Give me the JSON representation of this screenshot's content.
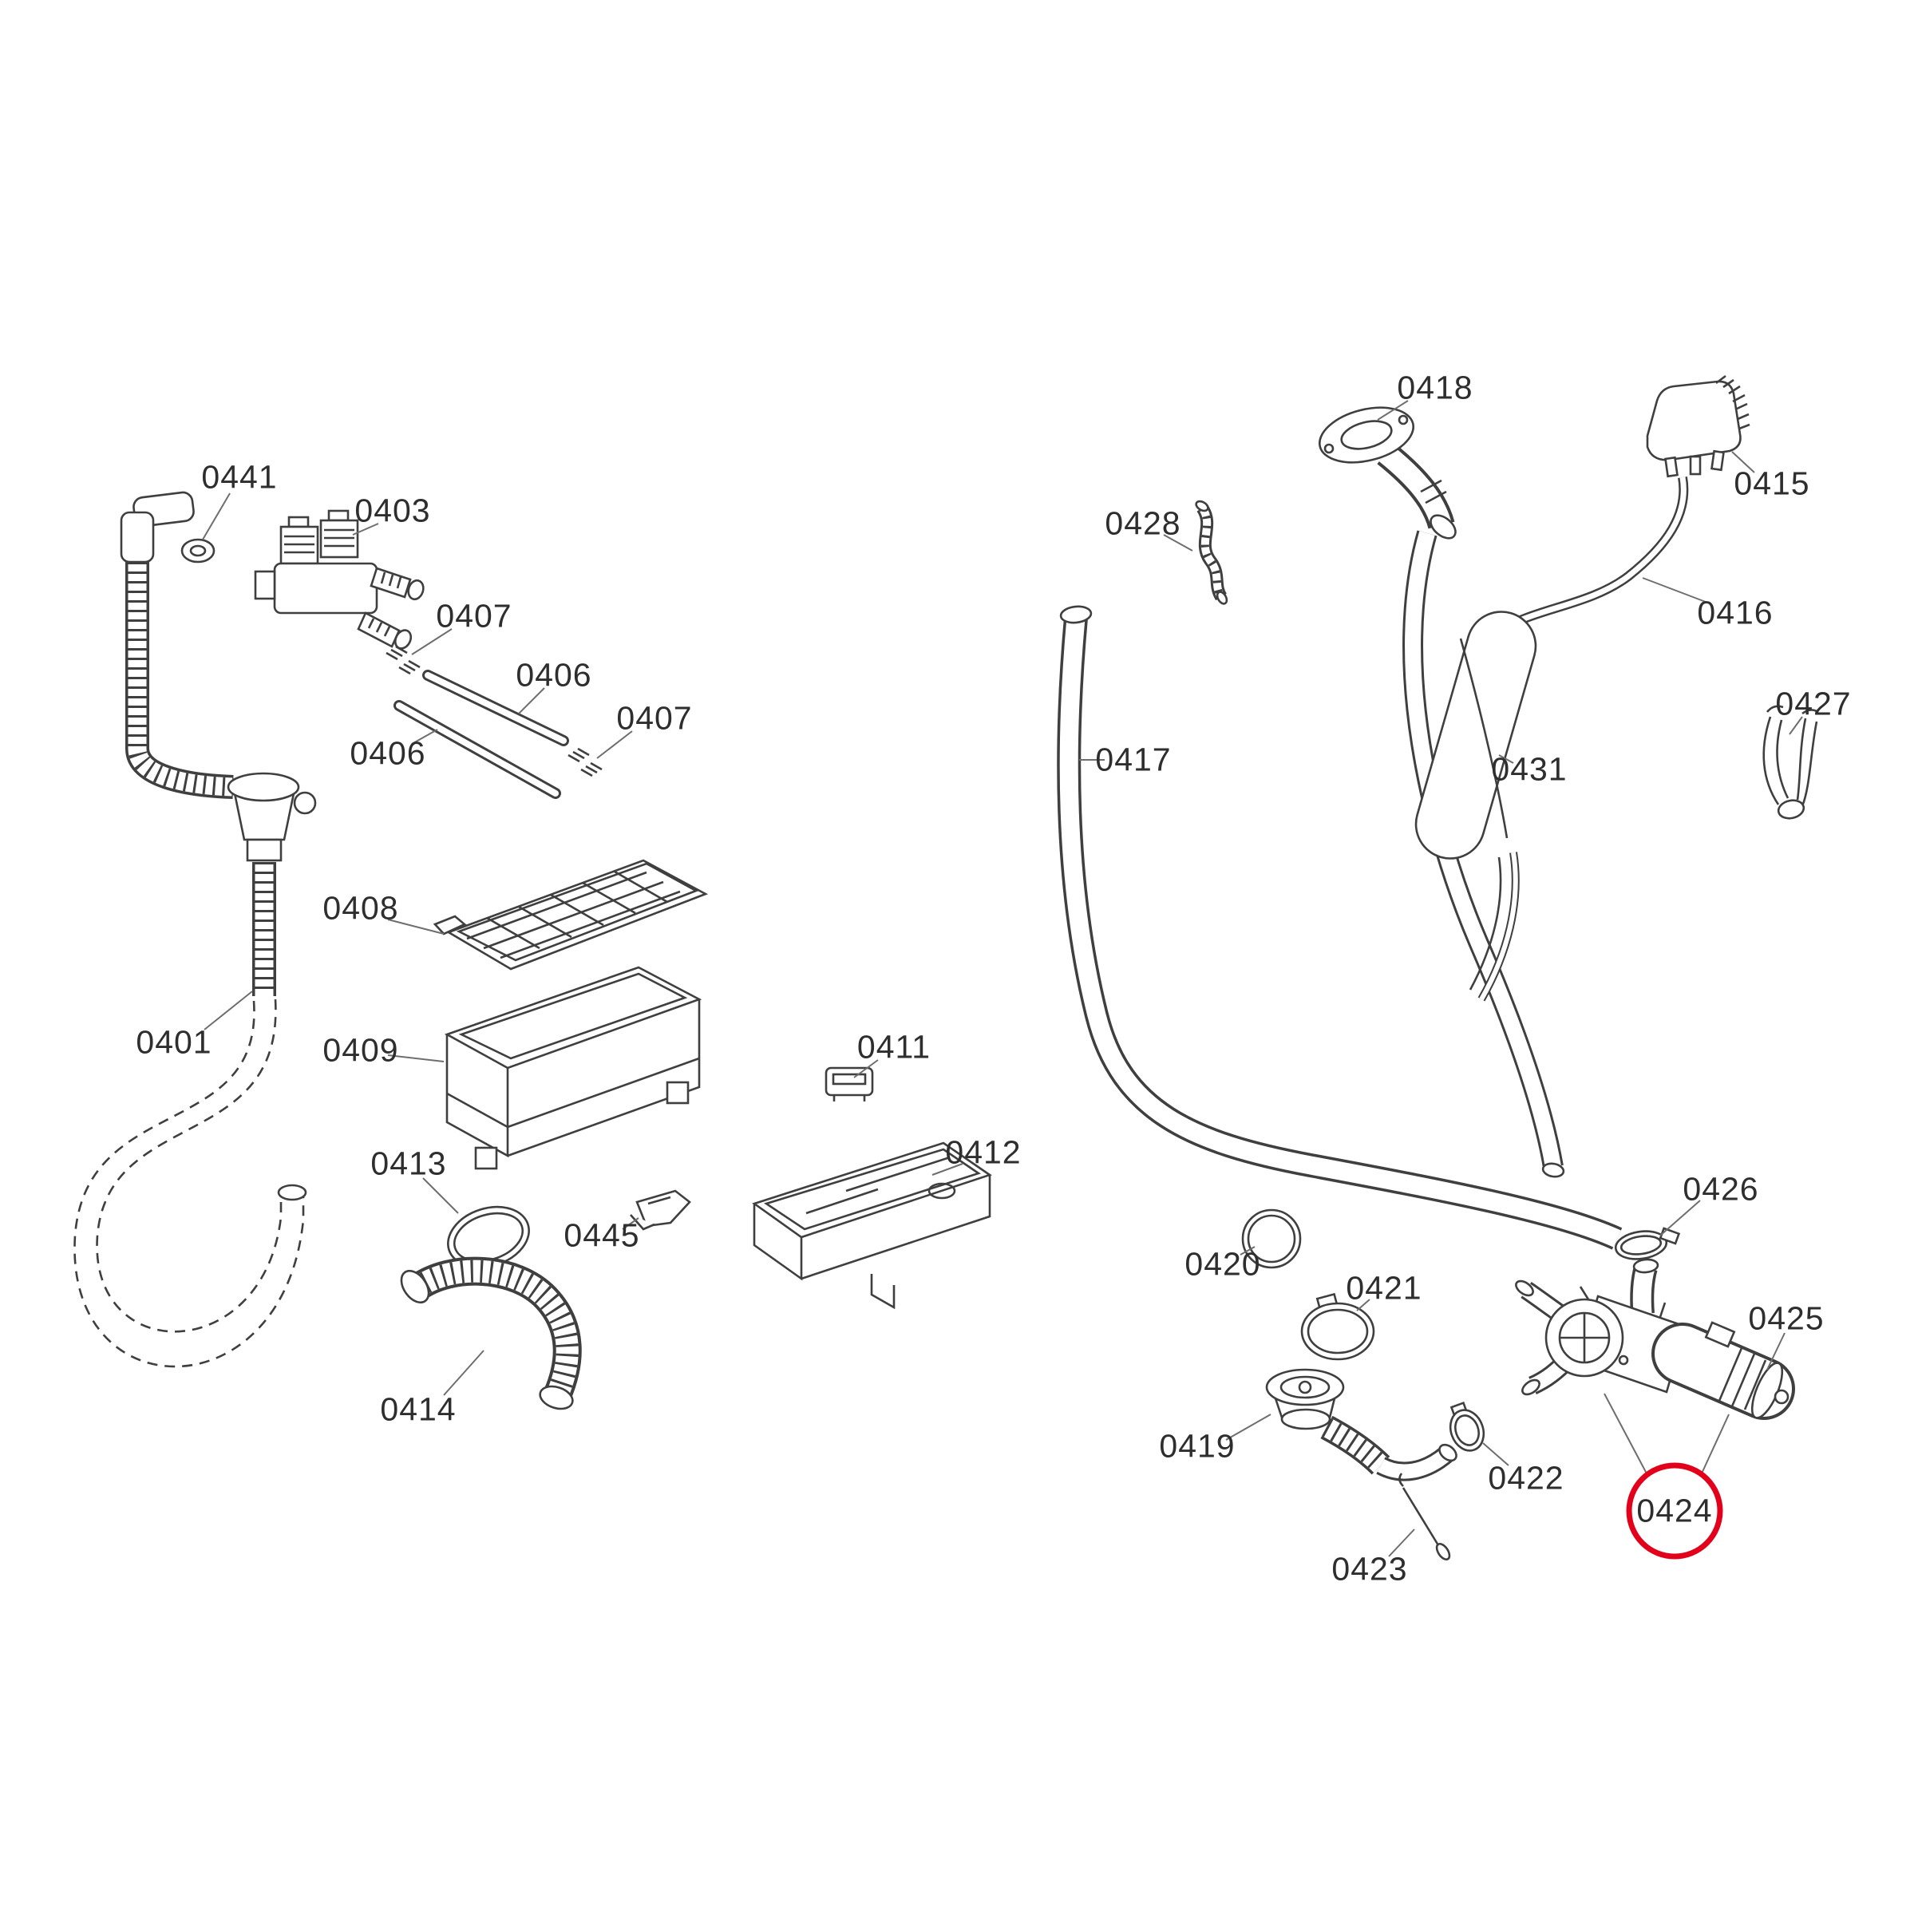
{
  "diagram": {
    "type": "exploded-parts-diagram",
    "background_color": "#ffffff",
    "line_color": "#3f3f3f",
    "label_color": "#2e2e2e",
    "highlight": {
      "part": "0424",
      "color": "#e3001b",
      "shape": "circle"
    },
    "parts": [
      {
        "label": "0441"
      },
      {
        "label": "0403"
      },
      {
        "label": "0407"
      },
      {
        "label": "0406"
      },
      {
        "label": "0406"
      },
      {
        "label": "0407"
      },
      {
        "label": "0401"
      },
      {
        "label": "0408"
      },
      {
        "label": "0409"
      },
      {
        "label": "0413"
      },
      {
        "label": "0445"
      },
      {
        "label": "0414"
      },
      {
        "label": "0411"
      },
      {
        "label": "0412"
      },
      {
        "label": "0418"
      },
      {
        "label": "0428"
      },
      {
        "label": "0415"
      },
      {
        "label": "0416"
      },
      {
        "label": "0417"
      },
      {
        "label": "0427"
      },
      {
        "label": "0431"
      },
      {
        "label": "0426"
      },
      {
        "label": "0420"
      },
      {
        "label": "0421"
      },
      {
        "label": "0419"
      },
      {
        "label": "0422"
      },
      {
        "label": "0424"
      },
      {
        "label": "0425"
      },
      {
        "label": "0423"
      }
    ]
  }
}
